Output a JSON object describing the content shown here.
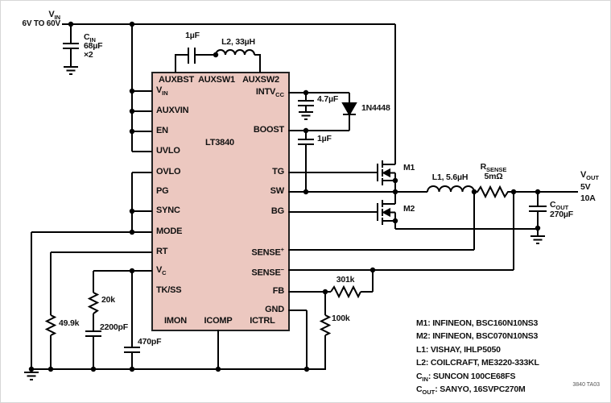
{
  "colors": {
    "chip_fill": "#ecc8c0",
    "wire": "#000000",
    "background": "#ffffff"
  },
  "chip": {
    "name": "LT3840",
    "top_pins": [
      {
        "main": "AUXBST"
      },
      {
        "main": "AUXSW1"
      },
      {
        "main": "AUXSW2"
      }
    ],
    "left_pins": [
      {
        "main": "V",
        "sub": "IN"
      },
      {
        "main": "AUXVIN"
      },
      {
        "main": "EN"
      },
      {
        "main": "UVLO"
      },
      {
        "main": "OVLO"
      },
      {
        "main": "PG"
      },
      {
        "main": "SYNC"
      },
      {
        "main": "MODE"
      },
      {
        "main": "RT"
      },
      {
        "main": "V",
        "sub": "C"
      },
      {
        "main": "TK/SS"
      }
    ],
    "right_pins": [
      {
        "main": "INTV",
        "sub": "CC"
      },
      {
        "main": "BOOST"
      },
      {
        "main": "TG"
      },
      {
        "main": "SW"
      },
      {
        "main": "BG"
      },
      {
        "main": "SENSE",
        "sup": "+"
      },
      {
        "main": "SENSE",
        "sup": "−"
      },
      {
        "main": "FB"
      },
      {
        "main": "GND"
      }
    ],
    "bottom_pins": [
      {
        "main": "IMON"
      },
      {
        "main": "ICOMP"
      },
      {
        "main": "ICTRL"
      }
    ]
  },
  "input": {
    "label": {
      "main": "V",
      "sub": "IN"
    },
    "range": "6V TO 60V"
  },
  "output": {
    "label": {
      "main": "V",
      "sub": "OUT"
    },
    "voltage": "5V",
    "current": "10A"
  },
  "components": {
    "cin": {
      "name": {
        "main": "C",
        "sub": "IN"
      },
      "value": "68µF",
      "mult": "×2"
    },
    "cout": {
      "name": {
        "main": "C",
        "sub": "OUT"
      },
      "value": "270µF"
    },
    "aux_cap": "1µF",
    "l2": "L2, 33µH",
    "intvcc_cap": "4.7µF",
    "diode": "1N4448",
    "boost_cap": "1µF",
    "m1": "M1",
    "m2": "M2",
    "l1": "L1, 5.6µH",
    "rsense": {
      "name": {
        "main": "R",
        "sub": "SENSE"
      },
      "value": "5mΩ"
    },
    "rt_resistor": "49.9k",
    "comp_resistor": "20k",
    "comp_cap": "2200pF",
    "vc_cap": "470pF",
    "fb_top_resistor": "301k",
    "fb_bottom_resistor": "100k"
  },
  "notes": {
    "items": [
      {
        "pre": "M1",
        "sub": "",
        "rest": ": INFINEON, BSC160N10NS3"
      },
      {
        "pre": "M2",
        "sub": "",
        "rest": ": INFINEON, BSC070N10NS3"
      },
      {
        "pre": "L1",
        "sub": "",
        "rest": ": VISHAY, IHLP5050"
      },
      {
        "pre": "L2",
        "sub": "",
        "rest": ": COILCRAFT, ME3220-333KL"
      },
      {
        "pre": "C",
        "sub": "IN",
        "rest": ": SUNCON 100CE68FS"
      },
      {
        "pre": "C",
        "sub": "OUT",
        "rest": ": SANYO, 16SVPC270M"
      }
    ]
  },
  "figure": {
    "ref": "3840 TA03"
  }
}
